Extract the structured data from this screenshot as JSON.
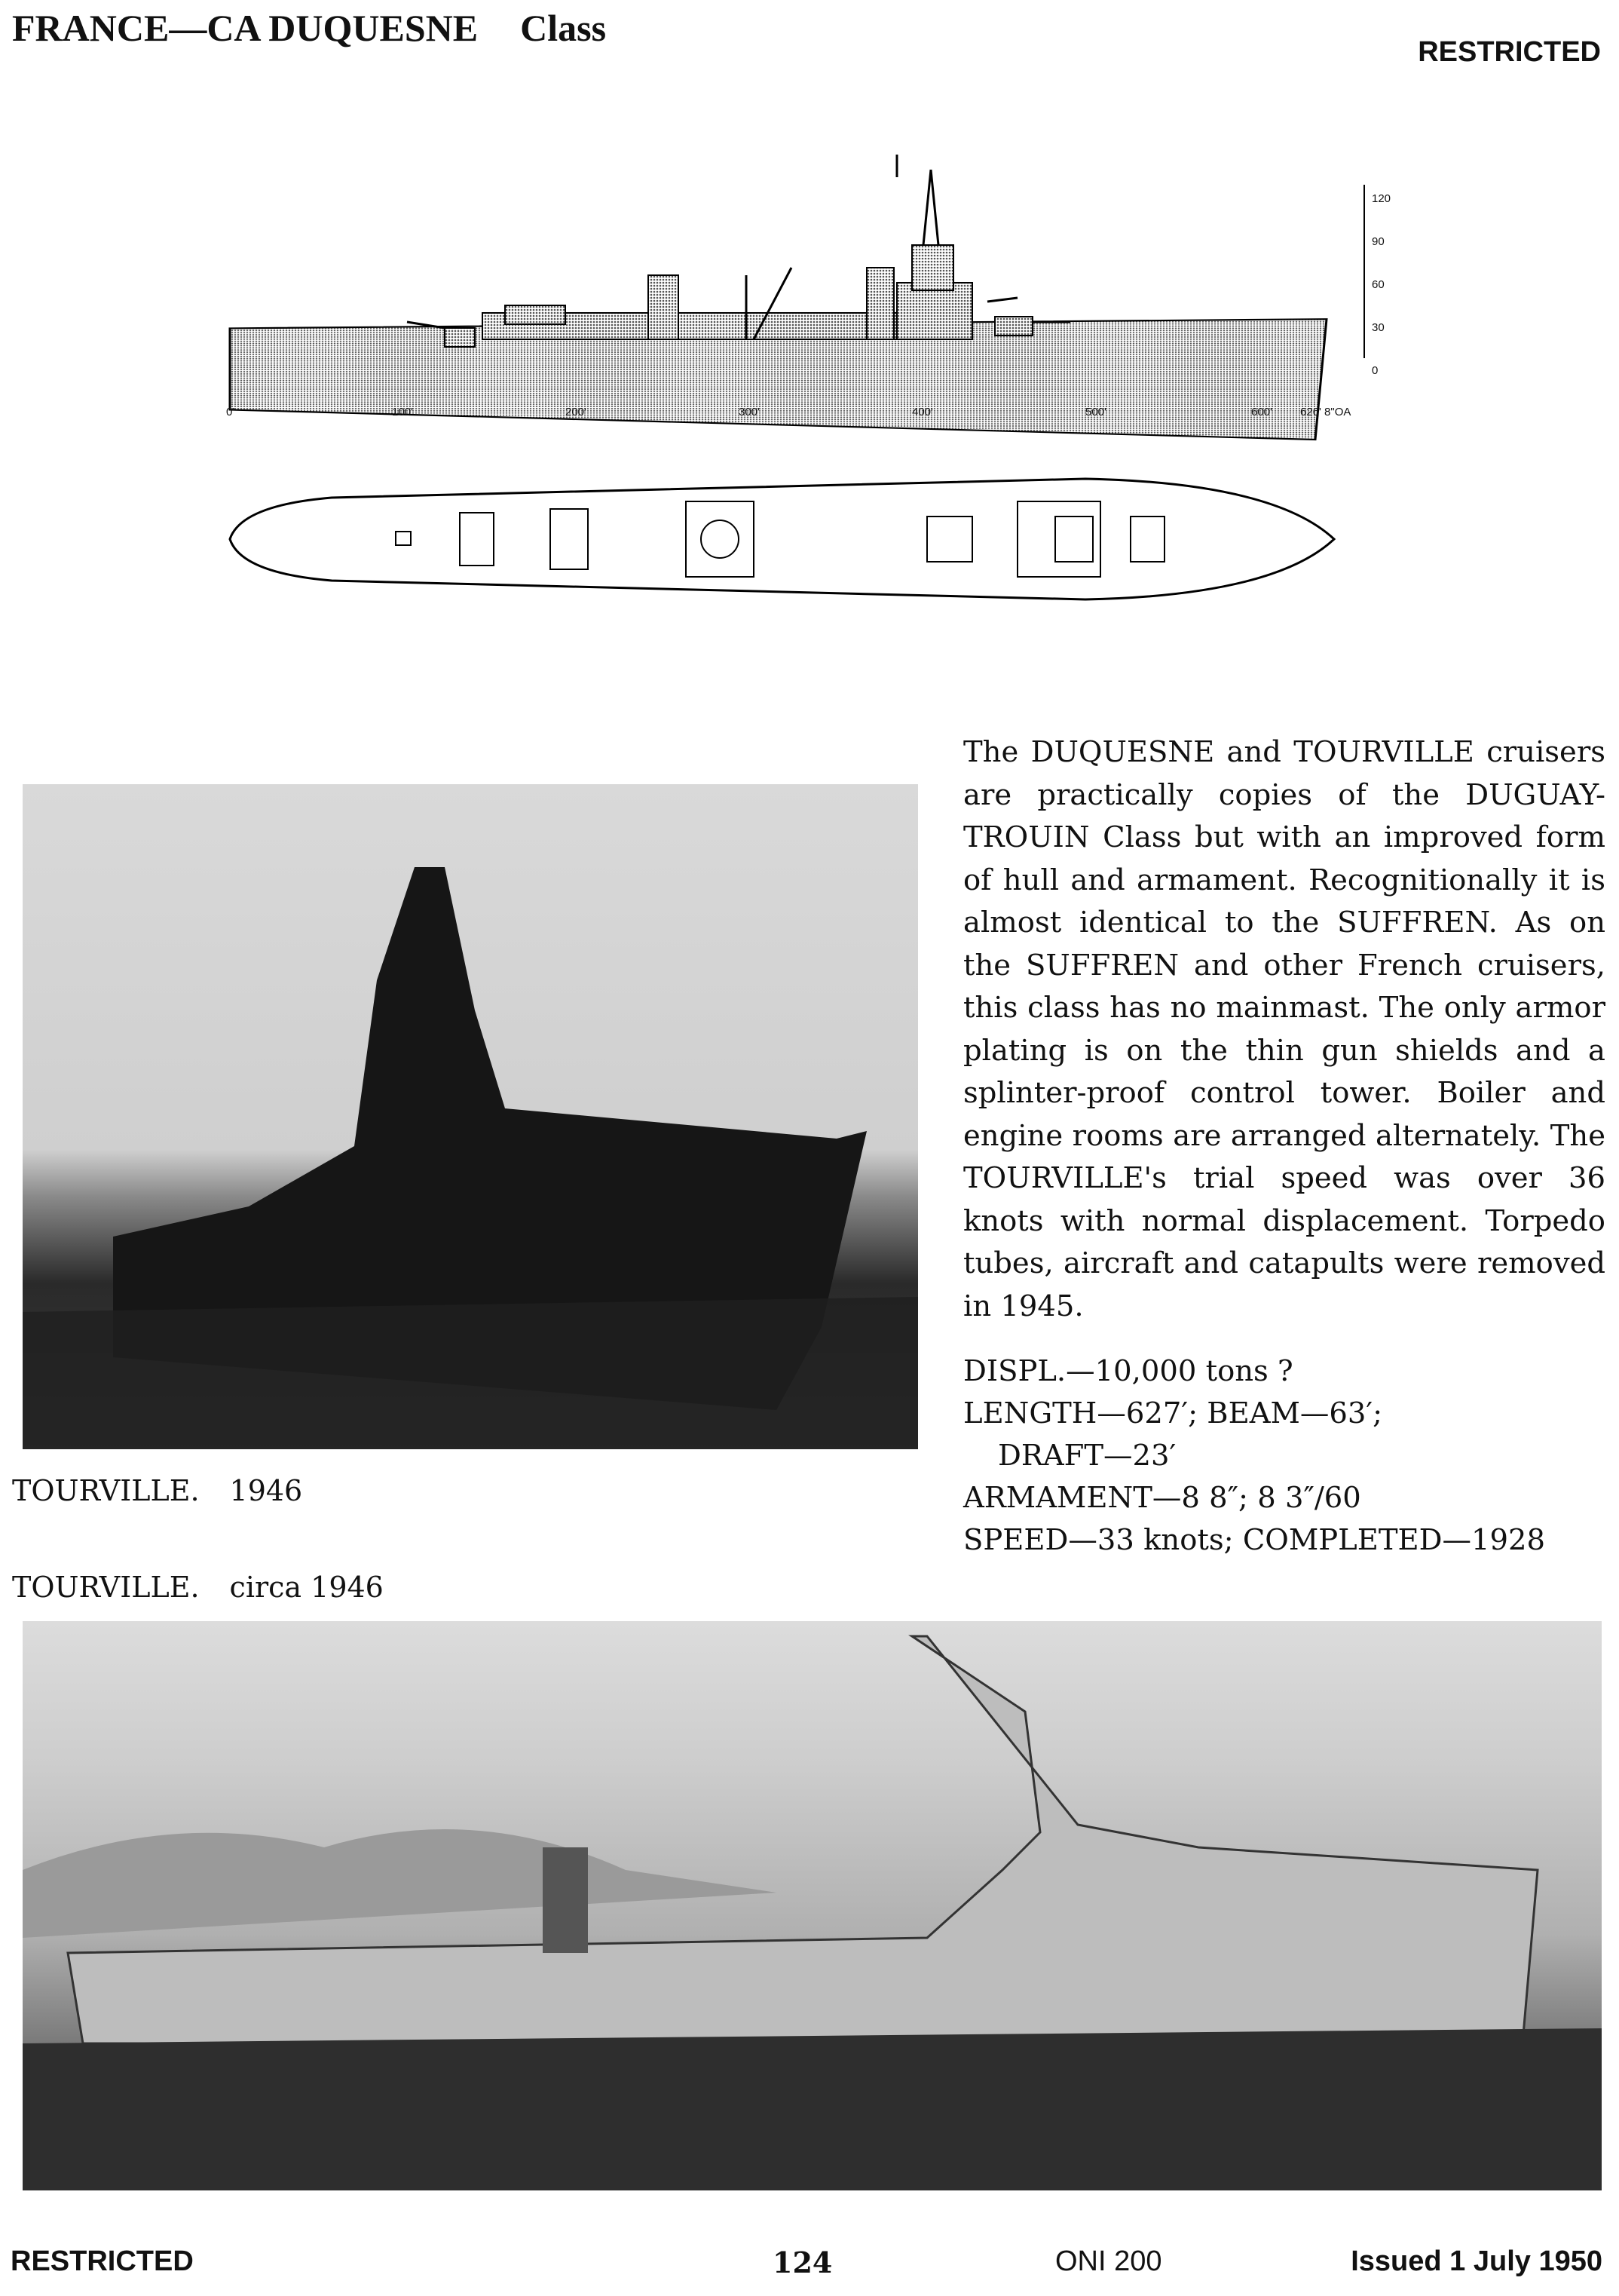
{
  "header": {
    "title": "FRANCE—CA DUQUESNE",
    "title_suffix": "Class",
    "classification": "RESTRICTED"
  },
  "profile_drawing": {
    "length_ticks": [
      "0'",
      "100'",
      "200'",
      "300'",
      "400'",
      "500'",
      "600'",
      "626' 8\"OA"
    ],
    "height_ticks": [
      "120",
      "90",
      "60",
      "30",
      "0"
    ]
  },
  "description": "The DUQUESNE and TOURVILLE cruisers are practically copies of the DUGUAY-TROUIN Class but with an improved form of hull and armament. Recognitionally it is almost identical to the SUFFREN. As on the SUFFREN and other French cruisers, this class has no mainmast. The only armor plating is on the thin gun shields and a splinter-proof control tower. Boiler and engine rooms are arranged alternately. The TOURVILLE's trial speed was over 36 knots with normal displacement. Torpedo tubes, aircraft and catapults were removed in 1945.",
  "specs": {
    "displ": "DISPL.—10,000 tons ?",
    "length_beam": "LENGTH—627′; BEAM—63′;",
    "draft": "DRAFT—23′",
    "armament": "ARMAMENT—8 8″; 8 3″/60",
    "speed": "SPEED—33 knots; COMPLETED—1928"
  },
  "photos": [
    {
      "caption_name": "TOURVILLE.",
      "caption_date": "1946"
    },
    {
      "caption_name": "TOURVILLE.",
      "caption_date": "circa 1946"
    }
  ],
  "footer": {
    "classification": "RESTRICTED",
    "page_number": "124",
    "publication": "ONI 200",
    "issued": "Issued 1 July 1950"
  }
}
